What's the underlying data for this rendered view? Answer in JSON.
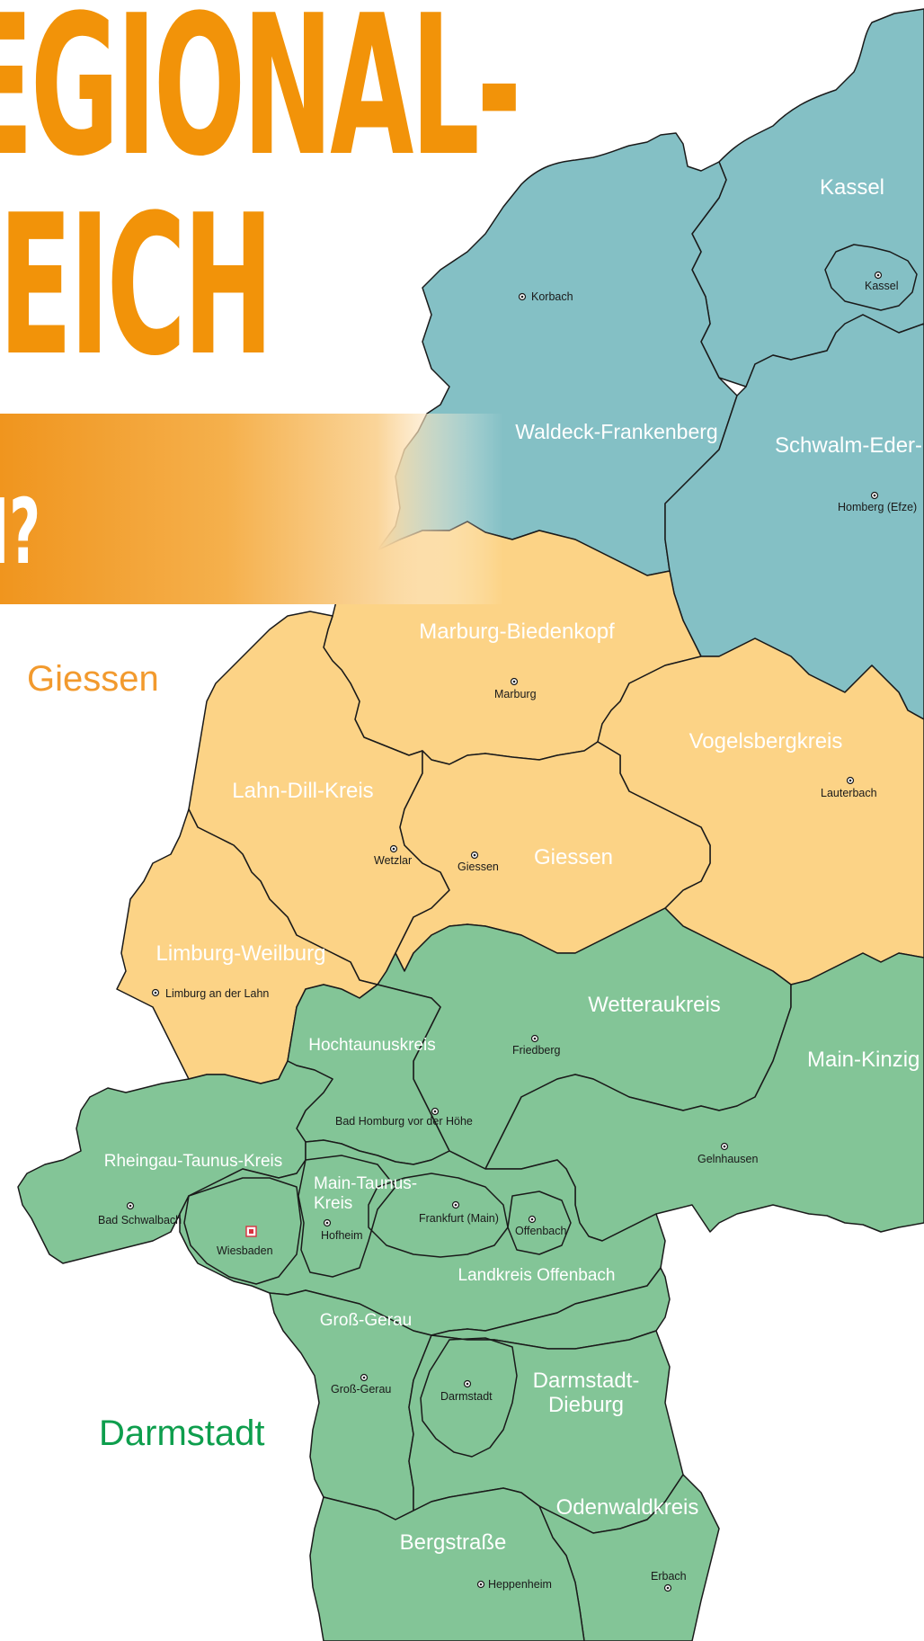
{
  "header": {
    "title_line1": "EGIONAL-",
    "title_line2": "LEICH",
    "banner_text": "N?"
  },
  "regions": {
    "giessen": {
      "label": "Giessen",
      "color": "#f29a2e"
    },
    "darmstadt": {
      "label": "Darmstadt",
      "color": "#0e9e4d"
    }
  },
  "colors": {
    "title": "#f29309",
    "banner_start": "#f0951e",
    "kassel_fill": "#84c0c5",
    "giessen_fill": "#fcd386",
    "darmstadt_fill": "#83c597",
    "border": "#1a1a1a",
    "capital_marker": "#d9313f"
  },
  "districts": [
    {
      "id": "kassel",
      "label": "Kassel"
    },
    {
      "id": "kassel-city",
      "label": "Kassel"
    },
    {
      "id": "waldeck",
      "label": "Waldeck-Frankenberg"
    },
    {
      "id": "schwalm",
      "label": "Schwalm-Eder-"
    },
    {
      "id": "marburg",
      "label": "Marburg-Biedenkopf"
    },
    {
      "id": "vogelsberg",
      "label": "Vogelsbergkreis"
    },
    {
      "id": "lahndill",
      "label": "Lahn-Dill-Kreis"
    },
    {
      "id": "giessen",
      "label": "Giessen"
    },
    {
      "id": "limburg",
      "label": "Limburg-Weilburg"
    },
    {
      "id": "wetterau",
      "label": "Wetteraukreis"
    },
    {
      "id": "mainkinzig",
      "label": "Main-Kinzig"
    },
    {
      "id": "hochtaunus",
      "label": "Hochtaunuskreis"
    },
    {
      "id": "rheingau",
      "label": "Rheingau-Taunus-Kreis"
    },
    {
      "id": "maintaunus1",
      "label": "Main-Taunus-"
    },
    {
      "id": "maintaunus2",
      "label": "Kreis"
    },
    {
      "id": "offenbach-lk",
      "label": "Landkreis Offenbach"
    },
    {
      "id": "grossgerau",
      "label": "Groß-Gerau"
    },
    {
      "id": "dadi1",
      "label": "Darmstadt-"
    },
    {
      "id": "dadi2",
      "label": "Dieburg"
    },
    {
      "id": "odenwald",
      "label": "Odenwaldkreis"
    },
    {
      "id": "bergstrasse",
      "label": "Bergstraße"
    }
  ],
  "cities": [
    {
      "id": "korbach",
      "label": "Korbach"
    },
    {
      "id": "kassel-town",
      "label": "Kassel"
    },
    {
      "id": "homberg",
      "label": "Homberg (Efze)"
    },
    {
      "id": "marburg-town",
      "label": "Marburg"
    },
    {
      "id": "lauterbach",
      "label": "Lauterbach"
    },
    {
      "id": "wetzlar",
      "label": "Wetzlar"
    },
    {
      "id": "giessen-town",
      "label": "Giessen"
    },
    {
      "id": "limburg-town",
      "label": "Limburg an der Lahn"
    },
    {
      "id": "friedberg",
      "label": "Friedberg"
    },
    {
      "id": "badhomburg",
      "label": "Bad Homburg vor der Höhe"
    },
    {
      "id": "gelnhausen",
      "label": "Gelnhausen"
    },
    {
      "id": "badschwalbach",
      "label": "Bad Schwalbach"
    },
    {
      "id": "hofheim",
      "label": "Hofheim"
    },
    {
      "id": "frankfurt",
      "label": "Frankfurt (Main)"
    },
    {
      "id": "offenbach-town",
      "label": "Offenbach"
    },
    {
      "id": "grossgerau-town",
      "label": "Groß-Gerau"
    },
    {
      "id": "darmstadt-town",
      "label": "Darmstadt"
    },
    {
      "id": "heppenheim",
      "label": "Heppenheim"
    },
    {
      "id": "erbach",
      "label": "Erbach"
    }
  ],
  "capital": {
    "label": "Wiesbaden"
  }
}
